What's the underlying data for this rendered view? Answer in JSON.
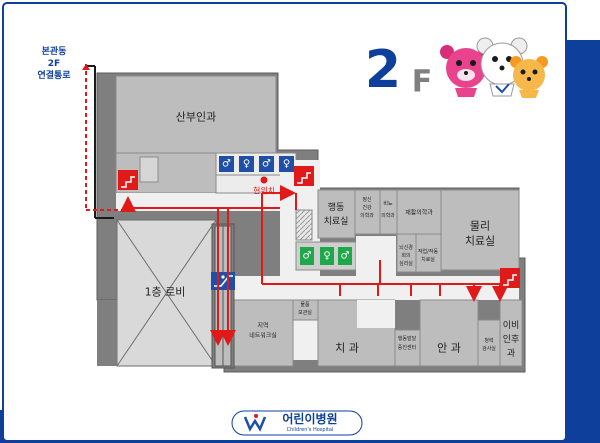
{
  "floor": {
    "number": "2",
    "unit": "F"
  },
  "connector": {
    "line1": "본관동",
    "line2": "2F",
    "line3": "연결통로"
  },
  "you_are_here": "현위치",
  "rooms": {
    "obgyn": "산부인과",
    "lobby": "1층 로비",
    "behavior_1": "행동",
    "behavior_2": "치료실",
    "psych_1": "정신",
    "psych_2": "건강",
    "psych_3": "의학과",
    "neuro_1": "비뇨",
    "neuro_2": "의학과",
    "rehab": "재활의학과",
    "physio_1": "물리",
    "physio_2": "치료실",
    "neurodev_1": "뇌신경",
    "neurodev_2": "회의",
    "neurodev_3": "심리실",
    "speech_1": "작업/작동",
    "speech_2": "치료실",
    "ent_1": "이비",
    "ent_2": "인후",
    "ent_3": "과",
    "community_1": "지역",
    "community_2": "네트워크실",
    "storage_1": "물품",
    "storage_2": "보관실",
    "dental": "치 과",
    "devclinic_1": "행동발달",
    "devclinic_2": "증진센터",
    "ophthalmology": "안 과",
    "exam_1": "청력",
    "exam_2": "검사실"
  },
  "restroom_signs": [
    "♂",
    "♀",
    "♂",
    "♀"
  ],
  "toilet_signs": [
    "♂",
    "♀"
  ],
  "hospital_logo": "어린이병원",
  "hospital_logo_sub": "Children's Hospital",
  "colors": {
    "brand_blue": "#0e3f9a",
    "route_red": "#e01919",
    "room_gray": "#bdbdbd",
    "lobby_gray": "#d9d9d9",
    "restroom_blue": "#1f4fa6",
    "toilet_green": "#1ea84a",
    "floor_gray": "#7f7f7f"
  }
}
